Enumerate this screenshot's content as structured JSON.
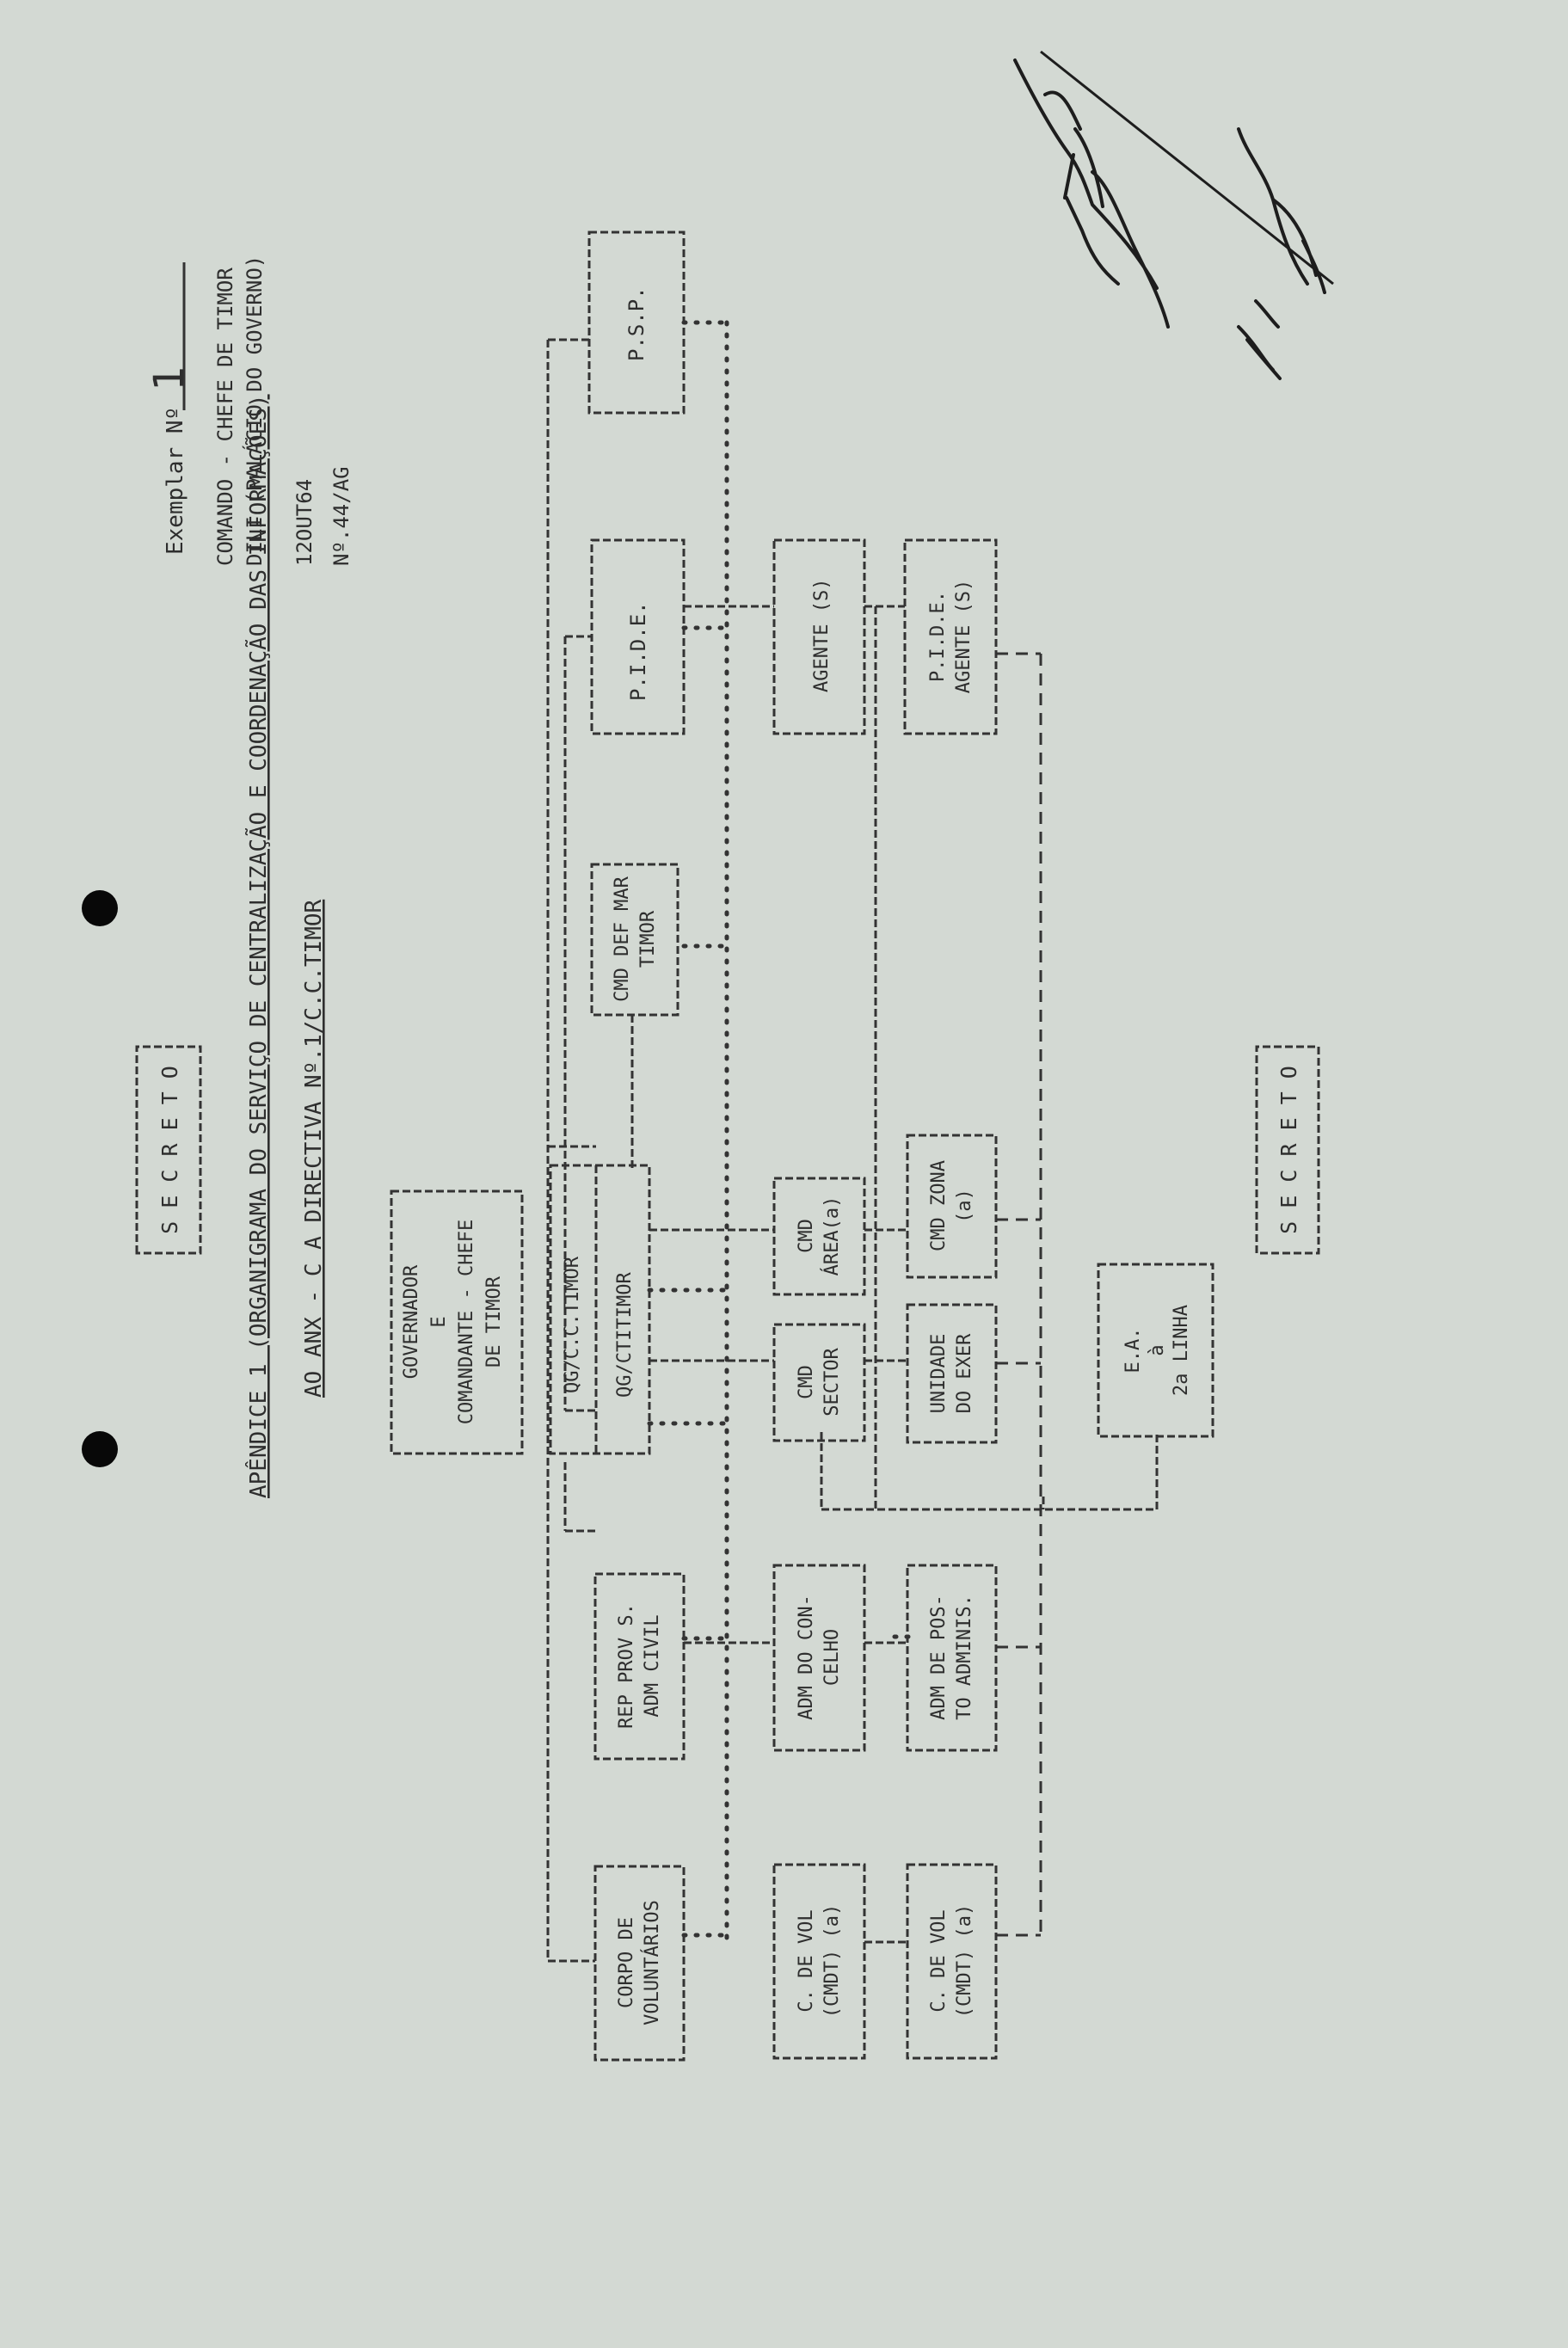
{
  "classification": "S E C R E T O",
  "title": {
    "line1": "APÊNDICE 1 (ORGANIGRAMA DO SERVIÇO DE CENTRALIZAÇÃO E COORDENAÇÃO DAS INFORMAÇÕES)",
    "line2": "AO ANX - C A DIRECTIVA Nº.1/C.C.TIMOR"
  },
  "header": {
    "exemplar_label": "Exemplar Nº",
    "exemplar_number": "1",
    "command": "COMANDO - CHEFE DE TIMOR",
    "location": "DILI (PALÁCIO DO GOVERNO)",
    "date": "12OUT64",
    "reference": "Nº.44/AG"
  },
  "boxes": {
    "governador": [
      "GOVERNADOR",
      "E",
      "COMANDANTE - CHEFE",
      "DE TIMOR"
    ],
    "qg_cc": [
      "QG/C.C.TIMOR"
    ],
    "qg_cti": [
      "QG/CTITIMOR"
    ],
    "rep_prov": [
      "REP PROV S.",
      "ADM CIVIL"
    ],
    "corpo_vol": [
      "CORPO DE",
      "VOLUNTÁRIOS"
    ],
    "cmd_def_mar": [
      "CMD DEF MAR",
      "TIMOR"
    ],
    "pide": [
      "P.I.D.E."
    ],
    "psp": [
      "P.S.P."
    ],
    "cmd_area": [
      "CMD",
      "ÁREA(a)"
    ],
    "cmd_sector": [
      "CMD",
      "SECTOR"
    ],
    "adm_concelho": [
      "ADM DO CON-",
      "CELHO"
    ],
    "c_vol_1": [
      "C. DE VOL",
      "(CMDT) (a)"
    ],
    "agente": [
      "AGENTE (S)"
    ],
    "cmd_zona": [
      "CMD ZONA",
      "(a)"
    ],
    "unidade": [
      "UNIDADE",
      "DO EXER"
    ],
    "adm_posto": [
      "ADM DE POS-",
      "TO ADMINIS."
    ],
    "c_vol_2": [
      "C. DE VOL",
      "(CMDT) (a)"
    ],
    "pide_agente": [
      "P.I.D.E.",
      "AGENTE (S)"
    ],
    "ea": [
      "E.A.",
      "à",
      "2a LINHA"
    ]
  },
  "colors": {
    "paper": "#d3d9d3",
    "ink": "#2e2e2e",
    "punch_hole": "#080808"
  }
}
